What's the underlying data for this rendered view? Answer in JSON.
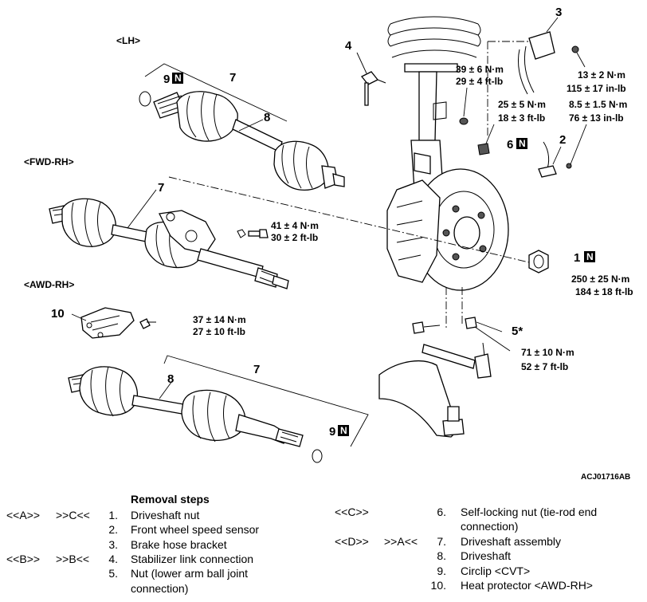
{
  "diagram": {
    "section_labels": [
      "<LH>",
      "<FWD-RH>",
      "<AWD-RH>"
    ],
    "callouts": {
      "p1": "1",
      "p2": "2",
      "p3": "3",
      "p4": "4",
      "p5": "5*",
      "p6": "6",
      "p7a": "7",
      "p7b": "7",
      "p7c": "7",
      "p8a": "8",
      "p8b": "8",
      "p9a": "9",
      "p9b": "9",
      "p10": "10"
    },
    "n_badge": "N",
    "torques": {
      "t_stab_nm": "39 ± 6 N·m",
      "t_stab_ft": "29 ± 4 ft-lb",
      "t_bracket_nm": "13 ± 2 N·m",
      "t_bracket_in": "115 ± 17 in-lb",
      "t_tierod_nm": "25 ± 5 N·m",
      "t_tierod_ft": "18 ± 3 ft-lb",
      "t_sensor_nm": "8.5 ± 1.5 N·m",
      "t_sensor_in": "76 ± 13 in-lb",
      "t_fwd_nm": "41 ± 4 N·m",
      "t_fwd_ft": "30 ± 2 ft-lb",
      "t_nut_nm": "250 ± 25 N·m",
      "t_nut_ft": "184 ± 18 ft-lb",
      "t_heat_nm": "37 ± 14 N·m",
      "t_heat_ft": "27 ± 10 ft-lb",
      "t_lower_nm": "71 ± 10 N·m",
      "t_lower_ft": "52 ± 7 ft-lb"
    },
    "figure_ref": "ACJ01716AB"
  },
  "steps": {
    "title": "Removal steps",
    "left": [
      {
        "a": "<<A>>",
        "b": ">>C<<",
        "n": "1.",
        "text": "Driveshaft nut"
      },
      {
        "a": "",
        "b": "",
        "n": "2.",
        "text": "Front wheel speed sensor"
      },
      {
        "a": "",
        "b": "",
        "n": "3.",
        "text": "Brake hose bracket"
      },
      {
        "a": "<<B>>",
        "b": ">>B<<",
        "n": "4.",
        "text": "Stabilizer link connection"
      },
      {
        "a": "",
        "b": "",
        "n": "5.",
        "text": "Nut (lower arm ball joint"
      },
      {
        "a": "",
        "b": "",
        "n": "",
        "text": "connection)"
      }
    ],
    "right": [
      {
        "a": "<<C>>",
        "b": "",
        "n": "6.",
        "text": "Self-locking nut (tie-rod end"
      },
      {
        "a": "",
        "b": "",
        "n": "",
        "text": "connection)"
      },
      {
        "a": "<<D>>",
        "b": ">>A<<",
        "n": "7.",
        "text": "Driveshaft assembly"
      },
      {
        "a": "",
        "b": "",
        "n": "8.",
        "text": "Driveshaft"
      },
      {
        "a": "",
        "b": "",
        "n": "9.",
        "text": "Circlip <CVT>"
      },
      {
        "a": "",
        "b": "",
        "n": "10.",
        "text": "Heat protector <AWD-RH>"
      }
    ]
  }
}
